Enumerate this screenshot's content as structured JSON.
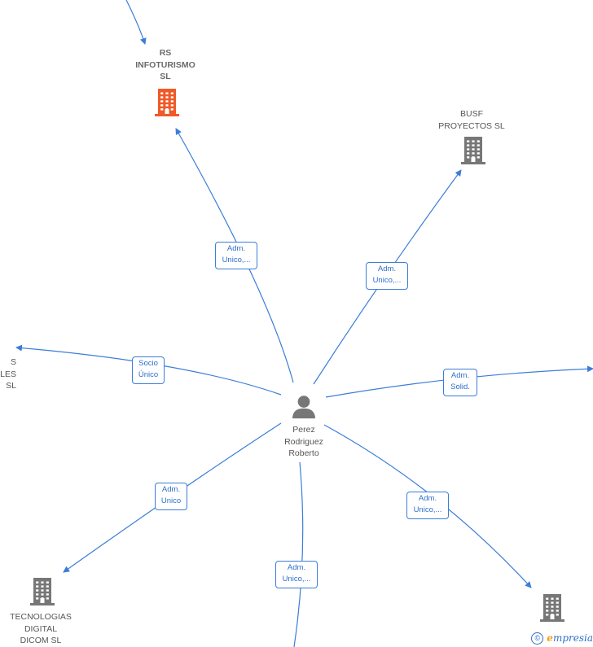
{
  "colors": {
    "edge": "#3b7dd8",
    "company_icon": "#777777",
    "highlight_icon": "#f05a28",
    "person_icon": "#777777"
  },
  "center": {
    "icon": "person-icon",
    "lines": [
      "Perez",
      "Rodriguez",
      "Roberto"
    ]
  },
  "nodes": [
    {
      "key": "rs",
      "icon": "building-icon",
      "highlight": true,
      "lines": [
        "RS",
        "INFOTURISMO",
        "SL"
      ]
    },
    {
      "key": "busf",
      "icon": "building-icon",
      "highlight": false,
      "lines": [
        "BUSF",
        "PROYECTOS SL"
      ]
    },
    {
      "key": "left",
      "icon": "building-icon",
      "highlight": false,
      "lines": [
        "S",
        "LES",
        "SL"
      ]
    },
    {
      "key": "tecno",
      "icon": "building-icon",
      "highlight": false,
      "lines": [
        "TECNOLOGIAS",
        "DIGITAL",
        "DICOM  SL"
      ]
    },
    {
      "key": "br",
      "icon": "building-icon",
      "highlight": false,
      "lines": []
    }
  ],
  "edges": [
    {
      "key": "rs",
      "lines": [
        "Adm.",
        "Unico,..."
      ]
    },
    {
      "key": "busf",
      "lines": [
        "Adm.",
        "Unico,..."
      ]
    },
    {
      "key": "left",
      "lines": [
        "Socio",
        "Único"
      ]
    },
    {
      "key": "right",
      "lines": [
        "Adm.",
        "Solid."
      ]
    },
    {
      "key": "tecno",
      "lines": [
        "Adm.",
        "Unico"
      ]
    },
    {
      "key": "bottom",
      "lines": [
        "Adm.",
        "Unico,..."
      ]
    },
    {
      "key": "br",
      "lines": [
        "Adm.",
        "Unico,..."
      ]
    }
  ],
  "watermark": {
    "symbol": "©",
    "brand_initial": "e",
    "brand_rest": "mpresia"
  }
}
